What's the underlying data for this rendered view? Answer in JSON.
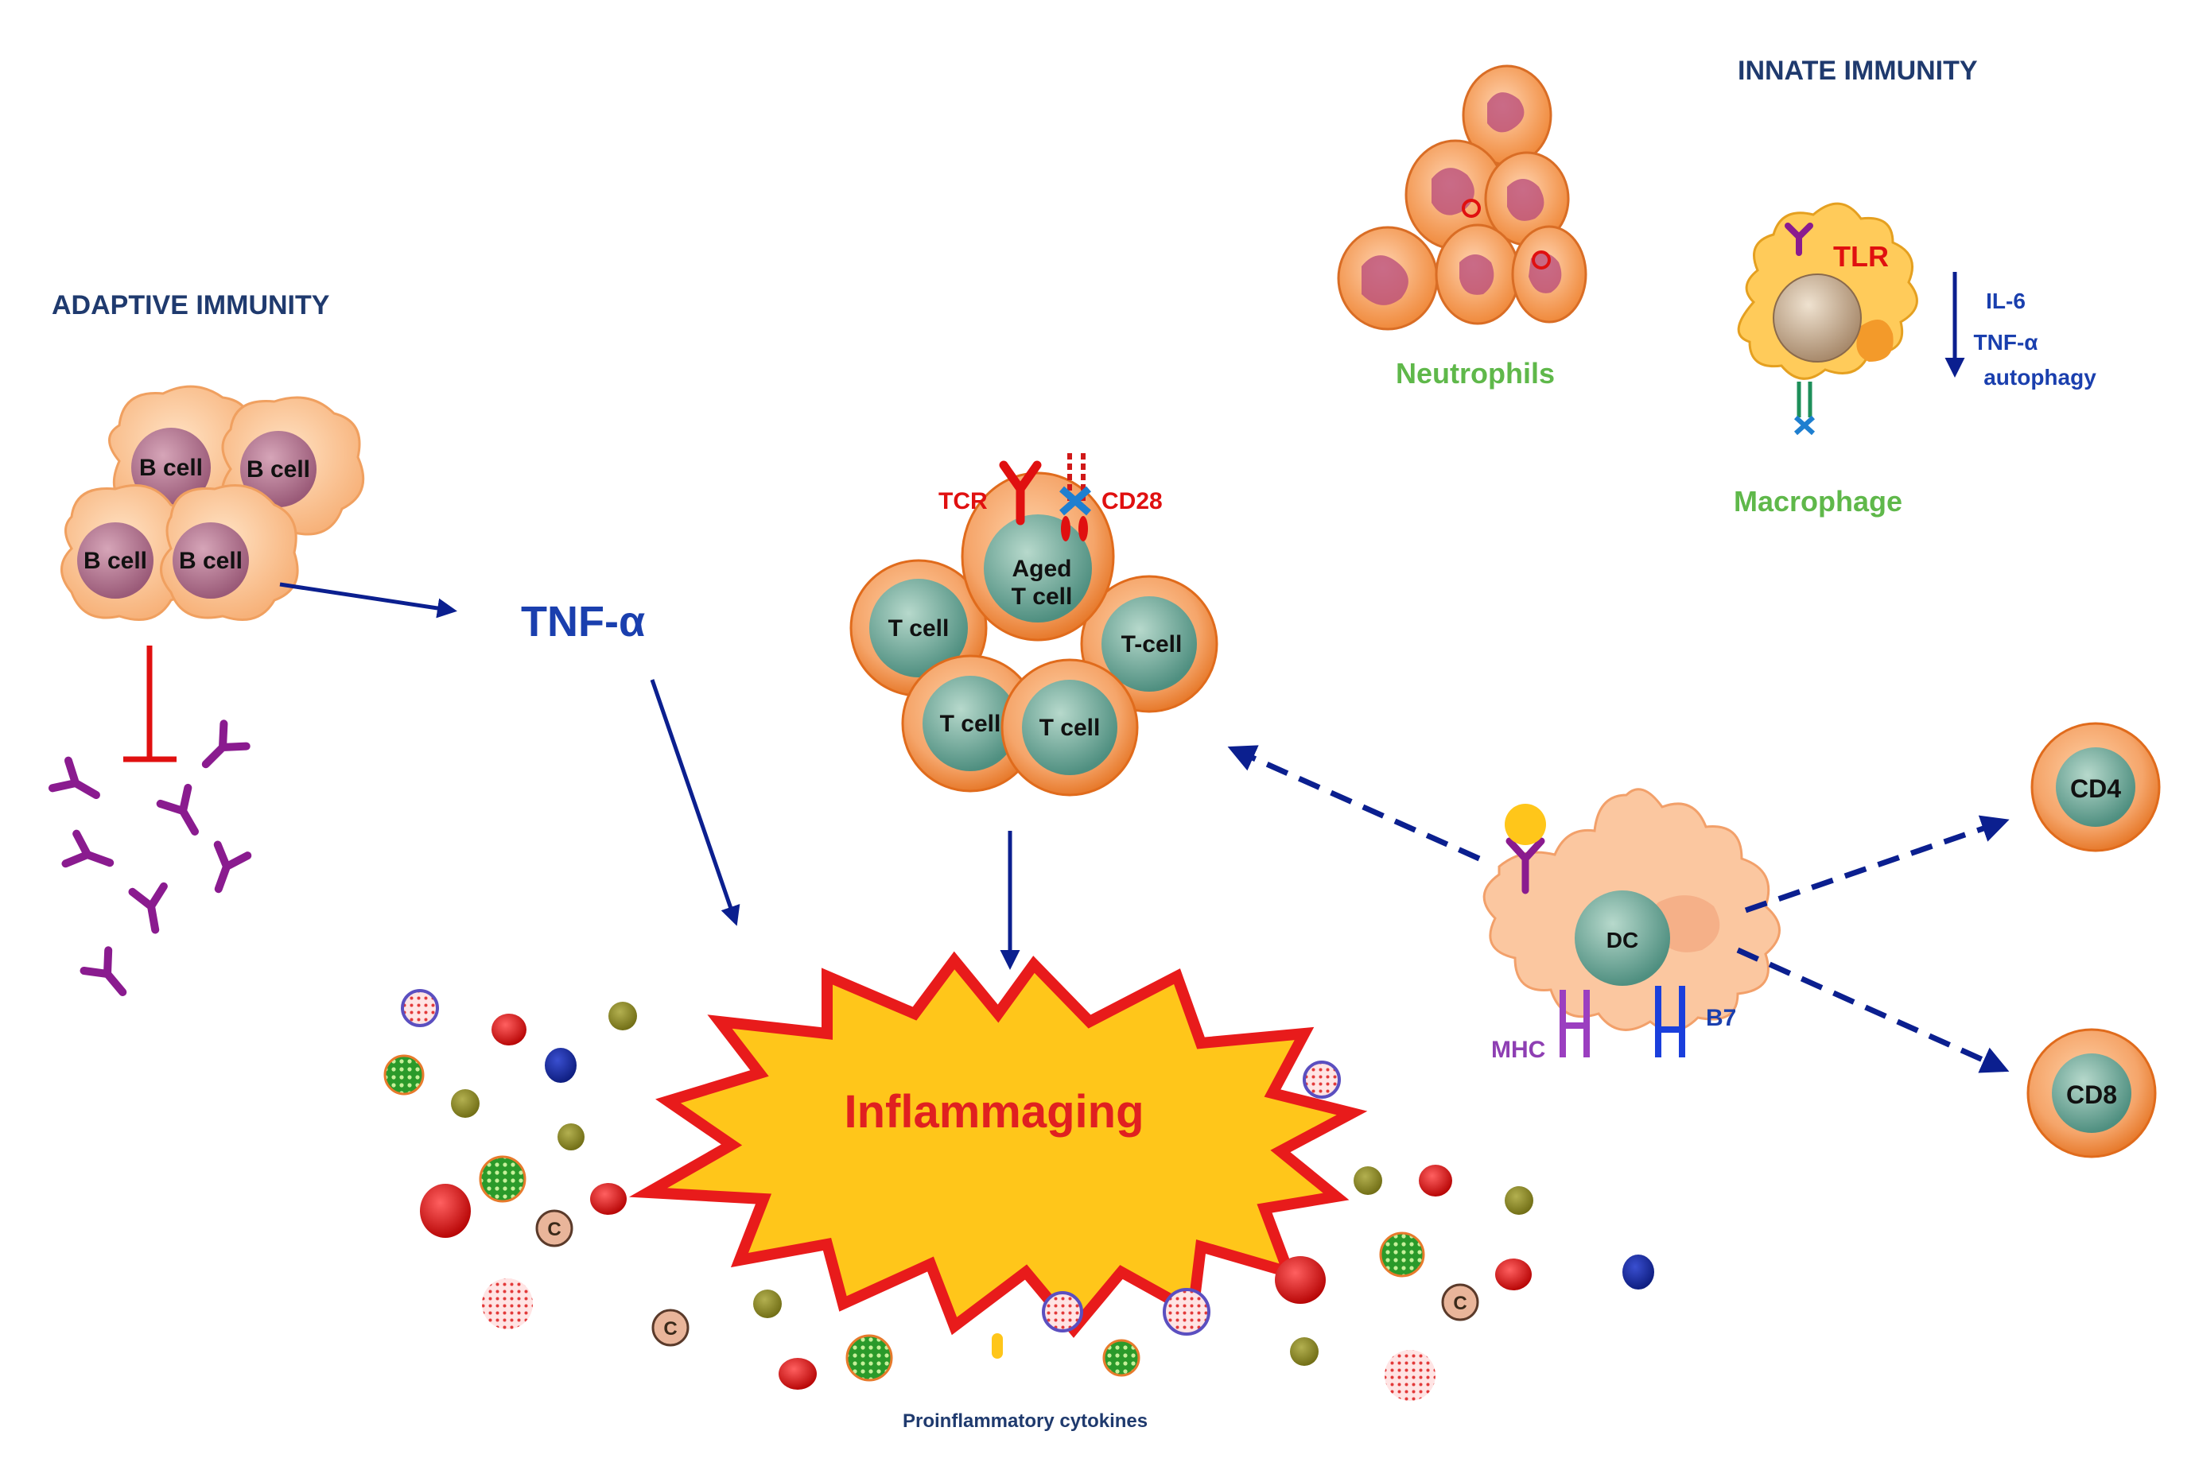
{
  "labels": {
    "innate_immunity": "INNATE IMMUNITY",
    "adaptive_immunity": "ADAPTIVE IMMUNITY",
    "neutrophils": "Neutrophils",
    "macrophage": "Macrophage",
    "tlr": "TLR",
    "macrophage_effects": [
      "IL-6",
      "TNF-α",
      "autophagy"
    ],
    "b_cell": "B cell",
    "tnf_alpha": "TNF-α",
    "tcr": "TCR",
    "cd28": "CD28",
    "aged_t_cell": [
      "Aged",
      "T cell"
    ],
    "t_cell": "T cell",
    "t_cell_alt": "T-cell",
    "dc": "DC",
    "mhc": "MHC",
    "b7": "B7",
    "cd4": "CD4",
    "cd8": "CD8",
    "inflammaging": "Inflammaging",
    "cytokine_c": "C",
    "proinflammatory_cytokines": "Proinflammatory cytokines"
  },
  "colors": {
    "header": "#1f3a6e",
    "arrow": "#0b1f8f",
    "label_red": "#e01010",
    "label_green": "#5fb84a",
    "label_purple": "#8e3fb3",
    "label_blue": "#1a3fae",
    "burst_fill": "#ffc61a",
    "burst_stroke": "#e81b1b",
    "cell_orange": "#f08a3c",
    "nucleus_teal": "#6aa79a",
    "antibody": "#8a1b8f"
  }
}
